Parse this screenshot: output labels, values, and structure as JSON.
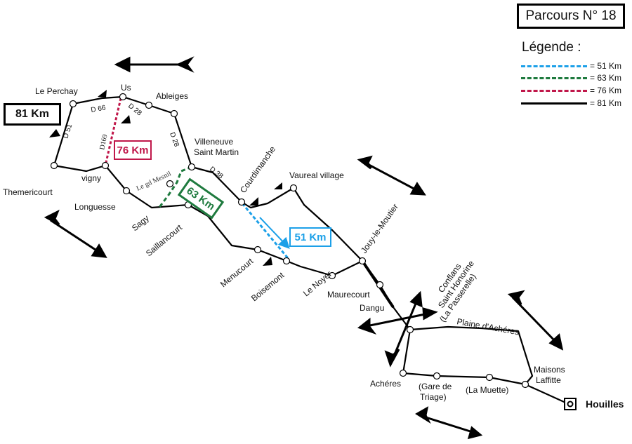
{
  "title": "Parcours N° 18",
  "legend": {
    "title": "Légende :",
    "items": [
      {
        "label": "= 51 Km",
        "color": "#1ca0e8",
        "style": "dashed"
      },
      {
        "label": "= 63 Km",
        "color": "#1e7a3e",
        "style": "dashed"
      },
      {
        "label": "= 76 Km",
        "color": "#c0174a",
        "style": "dashed"
      },
      {
        "label": "= 81 Km",
        "color": "#000000",
        "style": "solid"
      }
    ]
  },
  "routes": {
    "r81": "81 Km",
    "r76": "76 Km",
    "r63": "63 Km",
    "r51": "51 Km"
  },
  "places": {
    "le_perchay": "Le Perchay",
    "us": "Us",
    "ableiges": "Ableiges",
    "villeneuve_1": "Villeneuve",
    "villeneuve_2": "Saint Martin",
    "courdimanche": "Courdimanche",
    "vaureal": "Vaureal village",
    "themericourt": "Themericourt",
    "vigny": "vigny",
    "longuesse": "Longuesse",
    "sagy": "Sagy",
    "saillancourt": "Saillancourt",
    "menucourt": "Menucourt",
    "boisemont": "Boisemont",
    "le_noyer": "Le Noyer",
    "jouy": "Jouy-le-Moutier",
    "maurecourt": "Maurecourt",
    "dangu": "Dangu",
    "conflans_1": "Conflans",
    "conflans_2": "Saint Honorine",
    "conflans_3": "(La Passerelle)",
    "plaine": "Plaine d'Achéres",
    "maisons_1": "Maisons",
    "maisons_2": "Laffitte",
    "acheres": "Achéres",
    "gare_1": "(Gare de",
    "gare_2": "Triage)",
    "muette": "(La Muette)",
    "houilles": "Houilles",
    "lieu_mesnil": "Le gd Mesnil"
  },
  "roads": {
    "d66": "D 66",
    "d28a": "D 28",
    "d28b": "D 28",
    "d51": "D 51",
    "d169": "D169",
    "d38": "D 38"
  }
}
